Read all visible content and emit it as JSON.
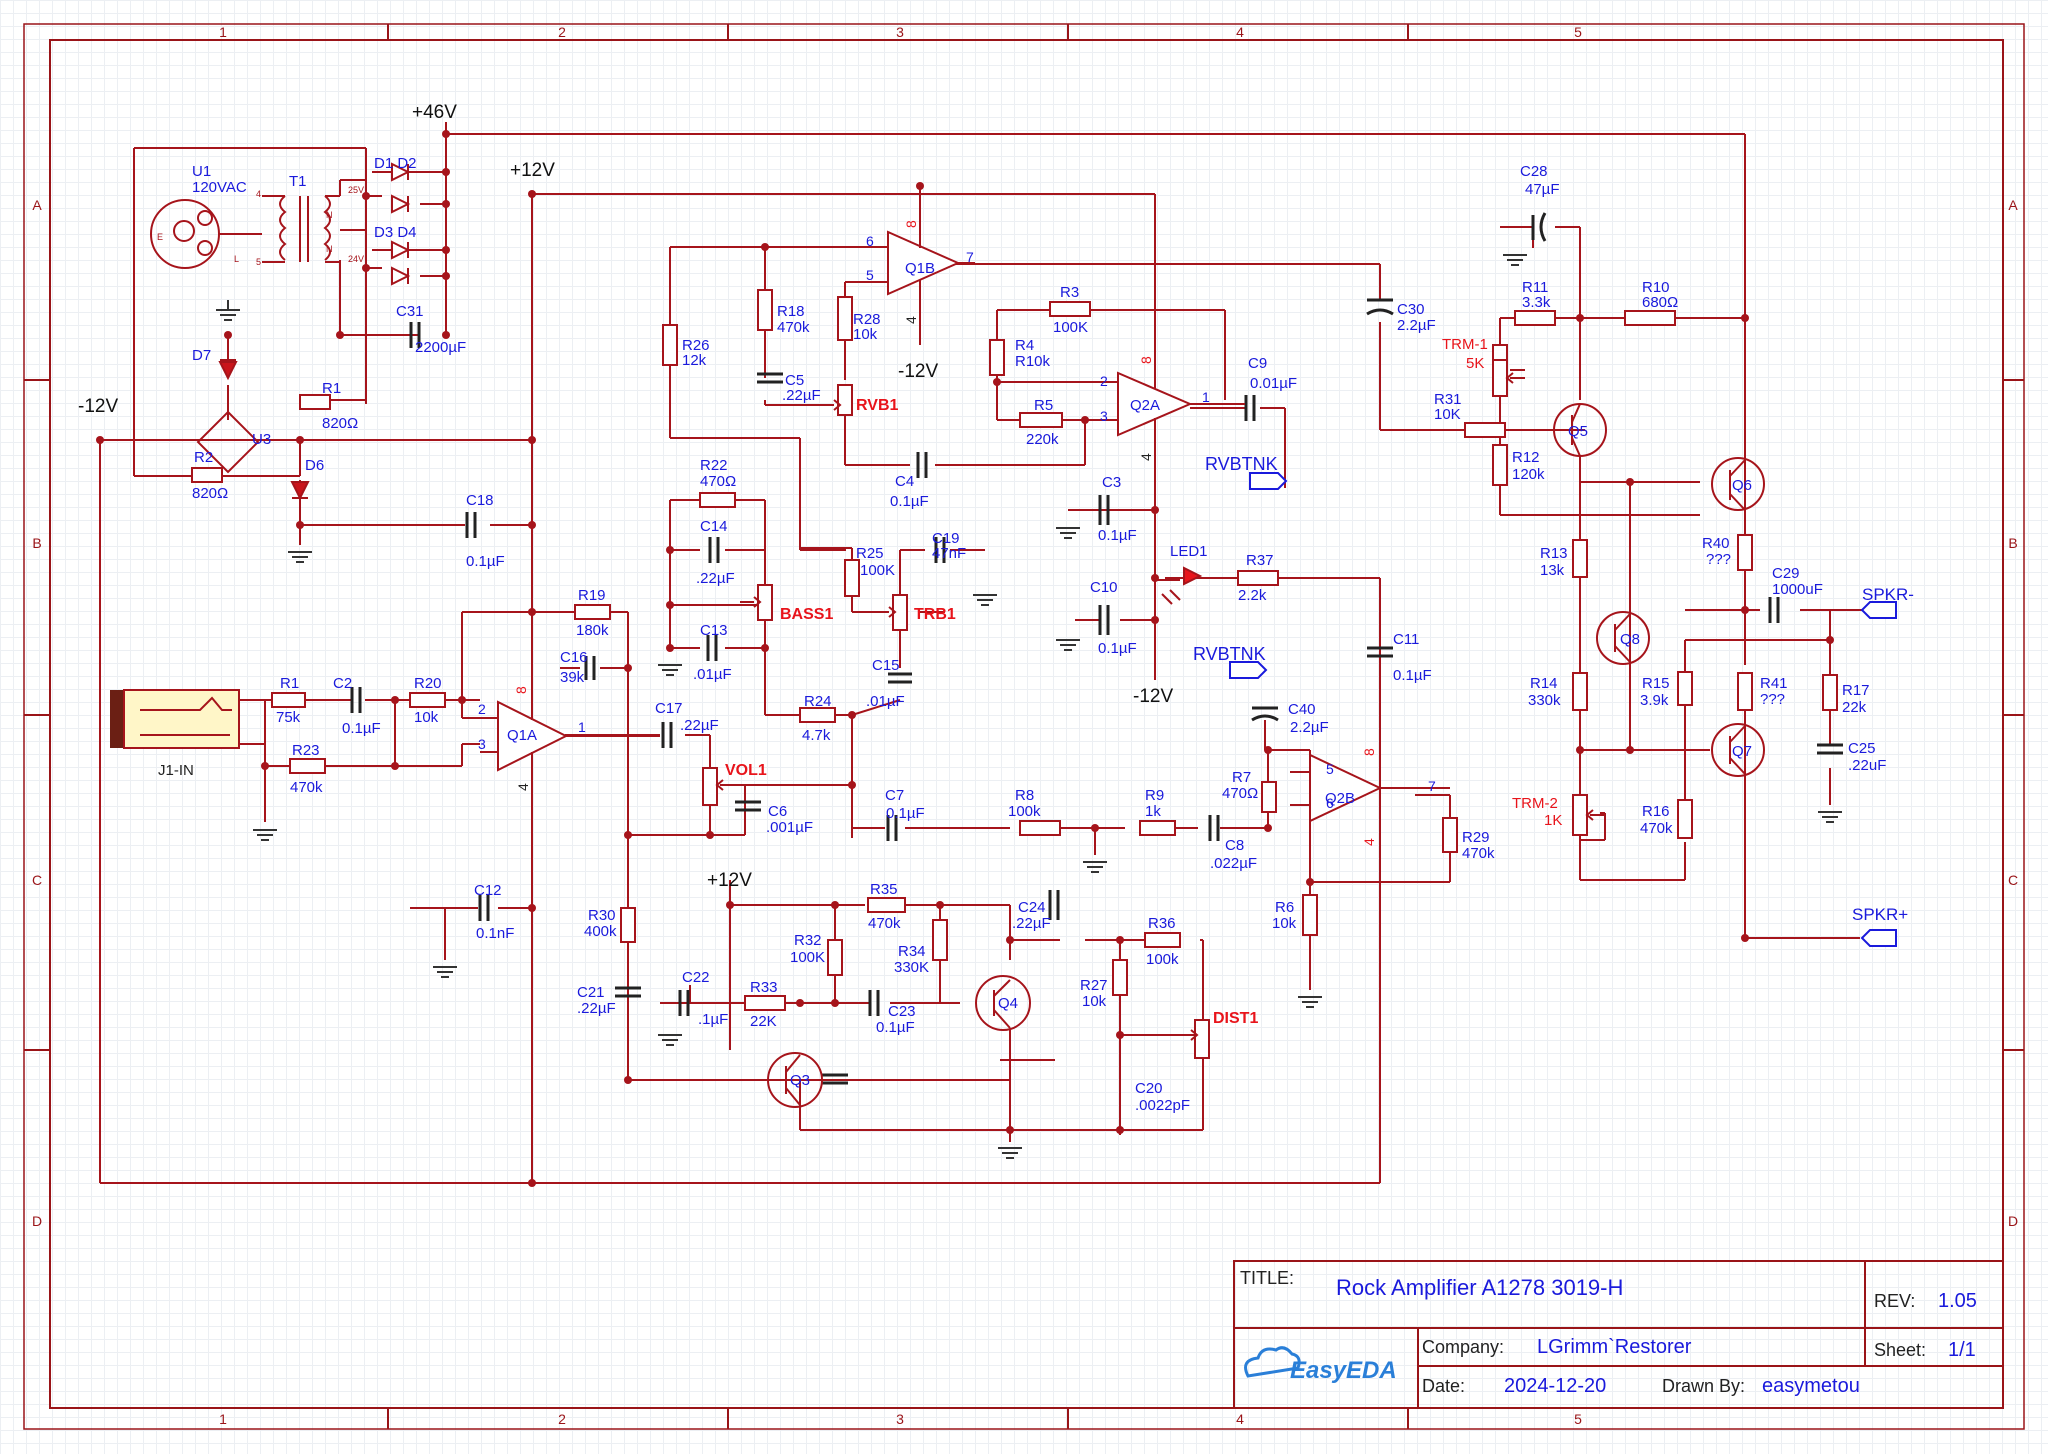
{
  "frame": {
    "col_labels": [
      "1",
      "2",
      "3",
      "4",
      "5"
    ],
    "row_labels": [
      "A",
      "B",
      "C",
      "D"
    ]
  },
  "title_block": {
    "title_label": "TITLE:",
    "title": "Rock Amplifier A1278 3019-H",
    "rev_label": "REV:",
    "rev": "1.05",
    "company_label": "Company:",
    "company": "LGrimm`Restorer",
    "sheet_label": "Sheet:",
    "sheet": "1/1",
    "date_label": "Date:",
    "date": "2024-12-20",
    "drawn_label": "Drawn By:",
    "drawn_by": "easymetou",
    "logo_text": "EasyEDA"
  },
  "rails": {
    "v46": "+46V",
    "v12a": "+12V",
    "vm12a": "-12V",
    "vm12b": "-12V",
    "vm12c": "-12V",
    "v12b": "+12V"
  },
  "nets": {
    "rvbtnk1": "RVBTNK",
    "rvbtnk2": "RVBTNK",
    "spkr_minus": "SPKR-",
    "spkr_plus": "SPKR+"
  },
  "tlabels": {
    "n1": "N",
    "n2": "N",
    "t4": "4",
    "t5": "5",
    "t25v": "25V",
    "t24v": "24V",
    "e": "E",
    "l": "L"
  },
  "components": {
    "U1": {
      "ref": "U1",
      "val": "120VAC"
    },
    "T1": {
      "ref": "T1"
    },
    "D1D2": {
      "ref": "D1 D2"
    },
    "D3D4": {
      "ref": "D3 D4"
    },
    "C31": {
      "ref": "C31",
      "val": "2200µF"
    },
    "D7": {
      "ref": "D7"
    },
    "R1a": {
      "ref": "R1",
      "val": "820Ω"
    },
    "U3": {
      "ref": "U3"
    },
    "R2": {
      "ref": "R2",
      "val": "820Ω"
    },
    "D6": {
      "ref": "D6"
    },
    "C18": {
      "ref": "C18",
      "val": "0.1µF"
    },
    "R26": {
      "ref": "R26",
      "val": "12k"
    },
    "R18": {
      "ref": "R18",
      "val": "470k"
    },
    "R28": {
      "ref": "R28",
      "val": "10k"
    },
    "C5": {
      "ref": "C5",
      "val": ".22µF"
    },
    "RVB1": {
      "ref": "RVB1"
    },
    "Q1B": {
      "ref": "Q1B"
    },
    "R3": {
      "ref": "R3",
      "val": "100K"
    },
    "R4": {
      "ref": "R4",
      "val": "R10k"
    },
    "R5": {
      "ref": "R5",
      "val": "220k"
    },
    "Q2A": {
      "ref": "Q2A"
    },
    "C9": {
      "ref": "C9",
      "val": "0.01µF"
    },
    "C4": {
      "ref": "C4",
      "val": "0.1µF"
    },
    "C3": {
      "ref": "C3",
      "val": "0.1µF"
    },
    "C10": {
      "ref": "C10",
      "val": "0.1µF"
    },
    "LED1": {
      "ref": "LED1"
    },
    "R37": {
      "ref": "R37",
      "val": "2.2k"
    },
    "C11": {
      "ref": "C11",
      "val": "0.1µF"
    },
    "C30": {
      "ref": "C30",
      "val": "2.2µF"
    },
    "R22": {
      "ref": "R22",
      "val": "470Ω"
    },
    "C14": {
      "ref": "C14",
      "val": ".22µF"
    },
    "BASS1": {
      "ref": "BASS1"
    },
    "C13": {
      "ref": "C13",
      "val": ".01µF"
    },
    "R25": {
      "ref": "R25",
      "val": "100K"
    },
    "C19": {
      "ref": "C19",
      "val": "47nF"
    },
    "TRB1": {
      "ref": "TRB1"
    },
    "C15": {
      "ref": "C15",
      "val": ".01µF"
    },
    "R24": {
      "ref": "R24",
      "val": "4.7k"
    },
    "J1": {
      "ref": "J1-IN"
    },
    "R1b": {
      "ref": "R1",
      "val": "75k"
    },
    "C2": {
      "ref": "C2",
      "val": "0.1µF"
    },
    "R20": {
      "ref": "R20",
      "val": "10k"
    },
    "R23": {
      "ref": "R23",
      "val": "470k"
    },
    "R19": {
      "ref": "R19",
      "val": "180k"
    },
    "C16": {
      "ref": "C16",
      "val": "39k"
    },
    "Q1A": {
      "ref": "Q1A"
    },
    "C17": {
      "ref": "C17",
      "val": ".22µF"
    },
    "VOL1": {
      "ref": "VOL1"
    },
    "C6": {
      "ref": "C6",
      "val": ".001µF"
    },
    "C7": {
      "ref": "C7",
      "val": "0.1µF"
    },
    "R8": {
      "ref": "R8",
      "val": "100k"
    },
    "R9": {
      "ref": "R9",
      "val": "1k"
    },
    "C8": {
      "ref": "C8",
      "val": ".022µF"
    },
    "R7": {
      "ref": "R7",
      "val": "470Ω"
    },
    "C40": {
      "ref": "C40",
      "val": "2.2µF"
    },
    "Q2B": {
      "ref": "Q2B"
    },
    "R29": {
      "ref": "R29",
      "val": "470k"
    },
    "R6": {
      "ref": "R6",
      "val": "10k"
    },
    "C12": {
      "ref": "C12",
      "val": "0.1nF"
    },
    "R30": {
      "ref": "R30",
      "val": "400k"
    },
    "C21": {
      "ref": "C21",
      "val": ".22µF"
    },
    "C22": {
      "ref": "C22",
      "val": ".1µF"
    },
    "R33": {
      "ref": "R33",
      "val": "22K"
    },
    "R32": {
      "ref": "R32",
      "val": "100K"
    },
    "R35": {
      "ref": "R35",
      "val": "470k"
    },
    "R34": {
      "ref": "R34",
      "val": "330K"
    },
    "C23": {
      "ref": "C23",
      "val": "0.1µF"
    },
    "Q3": {
      "ref": "Q3"
    },
    "Q4": {
      "ref": "Q4"
    },
    "C24": {
      "ref": "C24",
      "val": ".22µF"
    },
    "R36": {
      "ref": "R36",
      "val": "100k"
    },
    "R27": {
      "ref": "R27",
      "val": "10k"
    },
    "DIST1": {
      "ref": "DIST1"
    },
    "C20": {
      "ref": "C20",
      "val": ".0022pF"
    },
    "C28": {
      "ref": "C28",
      "val": "47µF"
    },
    "R11": {
      "ref": "R11",
      "val": "3.3k"
    },
    "R10": {
      "ref": "R10",
      "val": "680Ω"
    },
    "TRM1": {
      "ref": "TRM-1",
      "val": "5K"
    },
    "R31": {
      "ref": "R31",
      "val": "10K"
    },
    "R12": {
      "ref": "R12",
      "val": "120k"
    },
    "Q5": {
      "ref": "Q5"
    },
    "Q6": {
      "ref": "Q6"
    },
    "R40": {
      "ref": "R40",
      "val": "???"
    },
    "C29": {
      "ref": "C29",
      "val": "1000uF"
    },
    "R13": {
      "ref": "R13",
      "val": "13k"
    },
    "Q8": {
      "ref": "Q8"
    },
    "R14": {
      "ref": "R14",
      "val": "330k"
    },
    "R15": {
      "ref": "R15",
      "val": "3.9k"
    },
    "R41": {
      "ref": "R41",
      "val": "???"
    },
    "R17": {
      "ref": "R17",
      "val": "22k"
    },
    "C25": {
      "ref": "C25",
      "val": ".22uF"
    },
    "Q7": {
      "ref": "Q7"
    },
    "TRM2": {
      "ref": "TRM-2",
      "val": "1K"
    },
    "R16": {
      "ref": "R16",
      "val": "470k"
    }
  },
  "pins": {
    "q1b_6": "6",
    "q1b_5": "5",
    "q1b_7": "7",
    "q1b_8": "8",
    "q1b_4": "4",
    "q2a_2": "2",
    "q2a_3": "3",
    "q2a_1": "1",
    "q2a_8": "8",
    "q2a_4": "4",
    "q1a_2": "2",
    "q1a_3": "3",
    "q1a_1": "1",
    "q1a_8": "8",
    "q1a_4": "4",
    "q2b_5": "5",
    "q2b_6": "6",
    "q2b_7": "7",
    "q2b_8": "8",
    "q2b_4": "4"
  },
  "colors": {
    "wire": "#a6141b",
    "text": "#1a1adc",
    "accent": "#e8141b",
    "frame": "#9a1418"
  }
}
